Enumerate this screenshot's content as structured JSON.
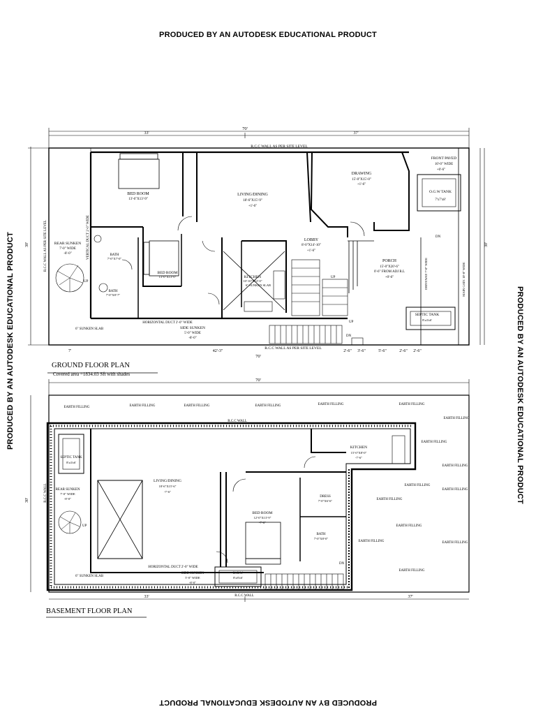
{
  "watermark": "PRODUCED BY AN AUTODESK EDUCATIONAL PRODUCT",
  "ground": {
    "title": "GROUND FLOOR PLAN",
    "covered_area": "Covered area =1834.03 Sft with shades",
    "dim_top_total": "70'",
    "dim_top_left": "33'",
    "dim_top_right": "37'",
    "dim_bottom_total": "70'",
    "dim_bottom_segments": [
      "7'",
      "42'-3\"",
      "2'-6\"",
      "3'-6\"",
      "5'-6\"",
      "2'-6\"",
      "2'-6\""
    ],
    "dim_left": "30'",
    "dim_right": "30'",
    "rcc_wall_top": "R.C.C WALL AS PER SITE LEVEL",
    "rcc_wall_bottom": "R.C.C WALL AS PER SITE LEVEL",
    "rcc_wall_left": "R.C.C WALL AS PER SITE LEVEL",
    "bedroom1": "BED ROOM",
    "bedroom1_size": "13'-6\"X13'-9\"",
    "living": "LIVING/DINING",
    "living_size": "18'-6\"X15'-9\"",
    "living_level": "+1'-6\"",
    "drawing": "DRAWING",
    "drawing_size": "15'-0\"X15'-0\"",
    "drawing_level": "+1'-6\"",
    "front_paved": "FRONT PAVED",
    "front_paved_width": "10'-0\" WIDE",
    "front_paved_level": "+0'-6\"",
    "ogw_tank": "O.G.W TANK",
    "ogw_size": "7'x7'x8'",
    "rear_sunken": "REAR SUNKEN",
    "rear_sunken_width": "7'-0\" WIDE",
    "rear_sunken_level": "-8'-0\"",
    "bath1": "BATH",
    "bath1_size": "7'-0\"X7'-0\"",
    "bath2": "BATH",
    "bath2_size": "7'-0\"X8'-7\"",
    "bedroom2": "BED ROOM",
    "bedroom2_size": "13'-0\"X13'-0\"",
    "lobby": "LOBBY",
    "lobby_size": "8'-0\"X14'-10\"",
    "lobby_level": "+1'-6\"",
    "kitchen": "KITCHEN",
    "kitchen_size": "10'-10\"X12'-0\"",
    "sunken_slab": "6\" SUNKEN SLAB",
    "porch": "PORCH",
    "porch_size": "15'-0\"X20'-6\"",
    "porch_note": "0'-6\" FROM ADJ R.L",
    "porch_level": "+0'-6\"",
    "driveway": "DRIVEWAY 7'-0\" WIDE",
    "main_gate": "MAIN GATE 10'-0\" WIDE",
    "septic_tank": "SEPTIC TANK",
    "septic_size": "8'x4'x6'",
    "horizontal_duct": "HORIZONTAL DUCT 2'-0\" WIDE",
    "side_sunken": "SIDE SUNKEN",
    "side_sunken_width": "5'-0\" WIDE",
    "side_sunken_level": "-8'-0\"",
    "up": "UP",
    "dn": "DN",
    "vertical_duct": "VERTICAL DUCT 2'-0\" WIDE"
  },
  "basement": {
    "title": "BASEMENT FLOOR PLAN",
    "dim_top_total": "70'",
    "dim_bottom_left": "33'",
    "dim_bottom_right": "37'",
    "dim_left": "30'",
    "earth_filling": "EARTH FILLING",
    "rcc_wall": "R.C.C WALL",
    "septic_tank": "SEPTIC TANK",
    "septic_size": "8'x4'x6'",
    "rear_sunken": "REAR SUNKEN",
    "rear_sunken_width": "7'-0\" WIDE",
    "rear_sunken_level": "-8'-0\"",
    "living": "LIVING/DINING",
    "living_size": "18'-6\"X15'-6\"",
    "living_level": "-7'-6\"",
    "kitchen": "KITCHEN",
    "kitchen_size": "15'-0\"X8'-0\"",
    "kitchen_level": "-7'-6\"",
    "bedroom": "BED ROOM",
    "bedroom_size": "12'-0\"X13'-9\"",
    "bedroom_level": "-7'-6\"",
    "dress": "DRESS",
    "dress_size": "7'-0\"X6'-6\"",
    "bath": "BATH",
    "bath_size": "7'-0\"X8'-0\"",
    "sunken_slab": "6\" SUNKEN SLAB",
    "horizontal_duct": "HORIZONTAL DUCT 2'-0\" WIDE",
    "side_sunken": "SIDE SUNKEN",
    "side_sunken_width": "5'-0\" WIDE",
    "side_sunken_level": "-8'-0\"",
    "ugw": "U.G.W",
    "ugw_size": "8'x8'x6'",
    "up": "UP",
    "dn": "DN"
  },
  "colors": {
    "ink": "#000000",
    "background": "#ffffff"
  }
}
